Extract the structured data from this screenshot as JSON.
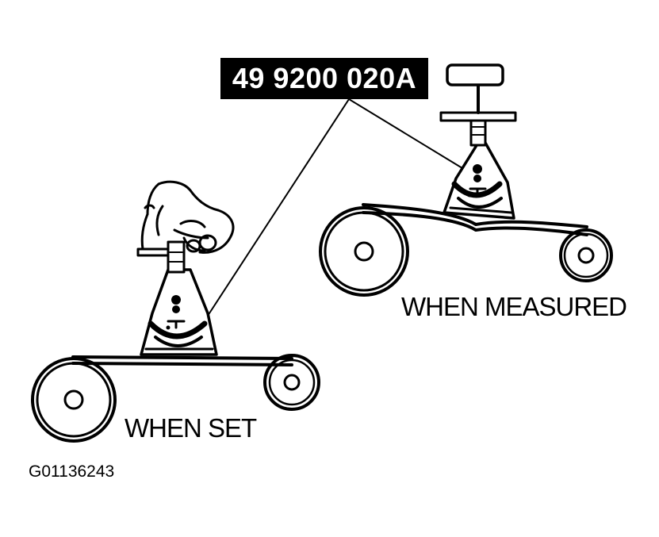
{
  "figure": {
    "part_number": "49 9200 020A",
    "label_measured": "WHEN MEASURED",
    "label_set": "WHEN SET",
    "figure_id": "G01136243"
  },
  "colors": {
    "ink": "#000000",
    "paper": "#ffffff"
  }
}
